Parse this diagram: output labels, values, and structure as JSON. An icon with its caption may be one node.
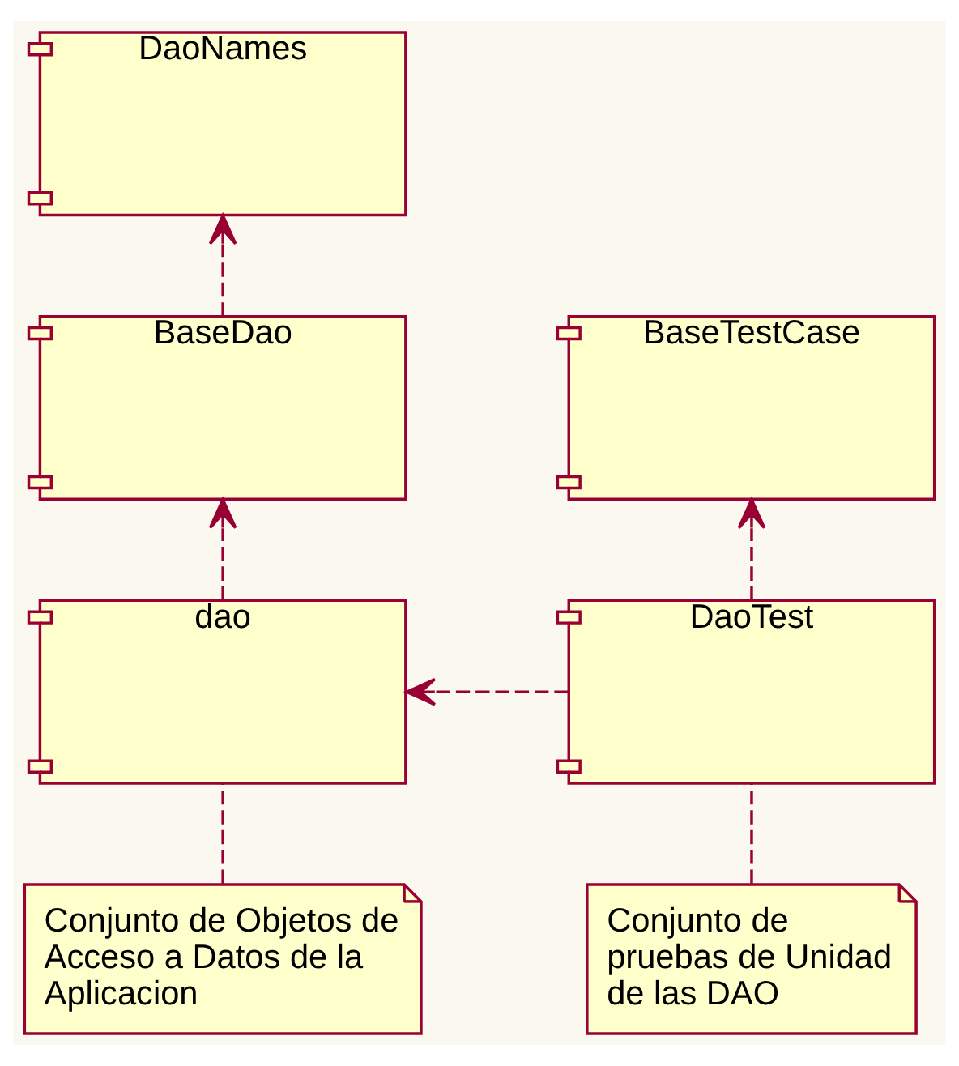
{
  "diagram": {
    "nodes": [
      {
        "text": [
          "DaoNames"
        ]
      },
      {
        "text": [
          "BaseDao"
        ]
      },
      {
        "text": [
          "BaseTestCase"
        ]
      },
      {
        "text": [
          "dao"
        ]
      },
      {
        "text": [
          "DaoTest"
        ]
      },
      {
        "text": [
          "Conjunto de Objetos de Acceso a Datos de la Aplicacion"
        ]
      },
      {
        "text": [
          "Conjunto de pruebas de Unidad de las DAO"
        ]
      }
    ],
    "edges": [
      {
        "from": 1,
        "to": 0,
        "arrow": "to",
        "style": "dashed"
      },
      {
        "from": 3,
        "to": 1,
        "arrow": "to",
        "style": "dashed"
      },
      {
        "from": 4,
        "to": 2,
        "arrow": "to",
        "style": "dashed"
      },
      {
        "from": 4,
        "to": 3,
        "arrow": "to",
        "style": "dashed"
      },
      {
        "from": 5,
        "to": 3,
        "arrow": "none",
        "style": "dashed"
      },
      {
        "from": 6,
        "to": 4,
        "arrow": "none",
        "style": "dashed"
      }
    ]
  }
}
